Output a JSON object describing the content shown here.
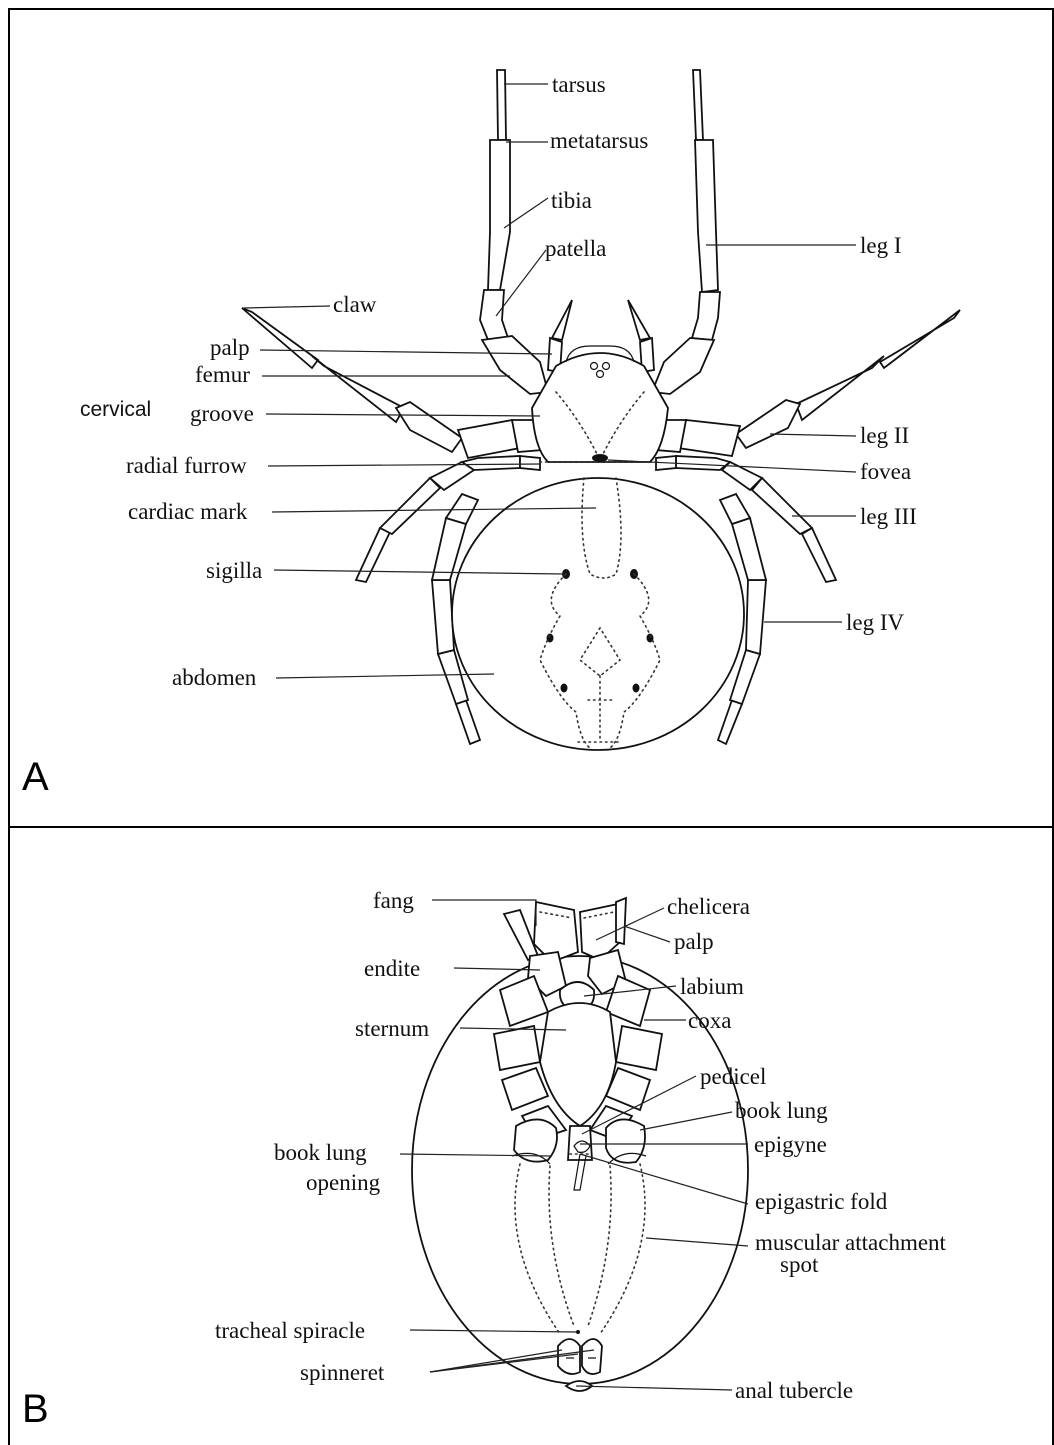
{
  "panel_a": {
    "letter": "A",
    "labels": {
      "tarsus": "tarsus",
      "metatarsus": "metatarsus",
      "tibia": "tibia",
      "patella": "patella",
      "leg1": "leg I",
      "claw": "claw",
      "palp": "palp",
      "femur": "femur",
      "cervical": "cervical",
      "groove": "groove",
      "leg2": "leg II",
      "radial_furrow": "radial furrow",
      "fovea": "fovea",
      "cardiac_mark": "cardiac mark",
      "leg3": "leg III",
      "sigilla": "sigilla",
      "leg4": "leg IV",
      "abdomen": "abdomen"
    }
  },
  "panel_b": {
    "letter": "B",
    "labels": {
      "fang": "fang",
      "chelicera": "chelicera",
      "palp": "palp",
      "endite": "endite",
      "labium": "labium",
      "sternum": "sternum",
      "coxa": "coxa",
      "pedicel": "pedicel",
      "book_lung": "book lung",
      "book_lung_opening_1": "book lung",
      "book_lung_opening_2": "opening",
      "epigyne": "epigyne",
      "epigastric_fold": "epigastric fold",
      "muscular_1": "muscular attachment",
      "muscular_2": "spot",
      "tracheal_spiracle": "tracheal spiracle",
      "spinneret": "spinneret",
      "anal_tubercle": "anal tubercle"
    }
  }
}
